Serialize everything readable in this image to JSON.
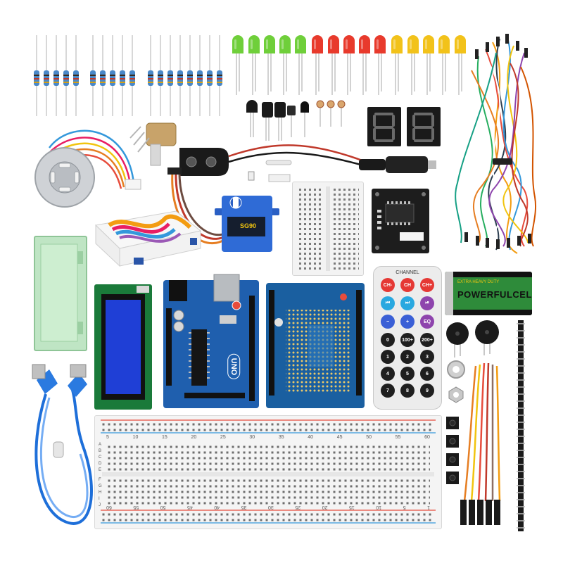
{
  "kit": {
    "board_model": "UNO",
    "battery_label": "POWERFULCELL",
    "battery_sub": "EXTRA HEAVY DUTY",
    "remote_title": "CHANNEL",
    "remote_keys": [
      "CH-",
      "CH",
      "CH+",
      "⏮",
      "⏭",
      "⏯",
      "−",
      "+",
      "EQ",
      "0",
      "100+",
      "200+",
      "1",
      "2",
      "3",
      "4",
      "5",
      "6",
      "7",
      "8",
      "9"
    ],
    "servo_label": "SG90",
    "breadboard_top_numbers": [
      "5",
      "10",
      "15",
      "20",
      "25",
      "30",
      "35",
      "40",
      "45",
      "50",
      "55",
      "60"
    ],
    "breadboard_bottom_numbers": [
      "60",
      "55",
      "50",
      "45",
      "40",
      "35",
      "30",
      "25",
      "20",
      "15",
      "10",
      "5",
      "1"
    ],
    "breadboard_rows_top": [
      "A",
      "B",
      "C",
      "D",
      "E"
    ],
    "breadboard_rows_bottom": [
      "F",
      "G",
      "H",
      "I",
      "J"
    ],
    "led_colors": [
      "#6fcf3a",
      "#e83a2c",
      "#f2c21a"
    ],
    "accent_board_blue": "#1f5fae"
  }
}
